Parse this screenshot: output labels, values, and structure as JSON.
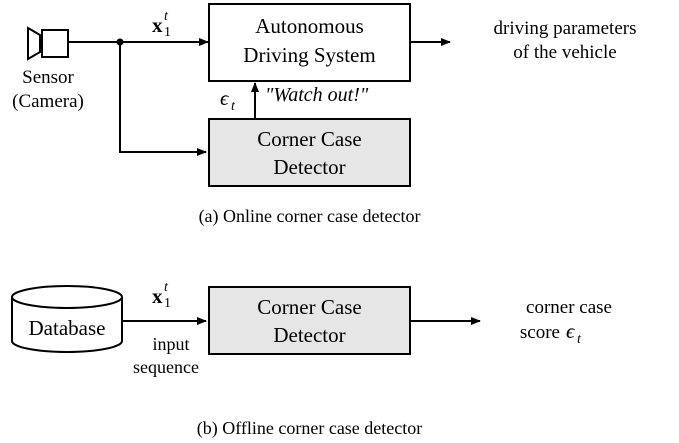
{
  "online": {
    "sensor_label_1": "Sensor",
    "sensor_label_2": "(Camera)",
    "signal_x": "x",
    "signal_sup": "t",
    "signal_sub": "1",
    "ads_line_1": "Autonomous",
    "ads_line_2": "Driving System",
    "output_line_1": "driving parameters",
    "output_line_2": "of the vehicle",
    "epsilon": "ϵ",
    "epsilon_sub": "t",
    "warning": "\"Watch out!\"",
    "detector_line_1": "Corner Case",
    "detector_line_2": "Detector",
    "caption": "(a) Online corner case detector"
  },
  "offline": {
    "database_label": "Database",
    "signal_x": "x",
    "signal_sup": "t",
    "signal_sub": "1",
    "input_line_1": "input",
    "input_line_2": "sequence",
    "detector_line_1": "Corner Case",
    "detector_line_2": "Detector",
    "output_line_1": "corner case",
    "output_line_2": "score",
    "output_epsilon": "ϵ",
    "output_epsilon_sub": "t",
    "caption": "(b) Offline corner case detector"
  }
}
